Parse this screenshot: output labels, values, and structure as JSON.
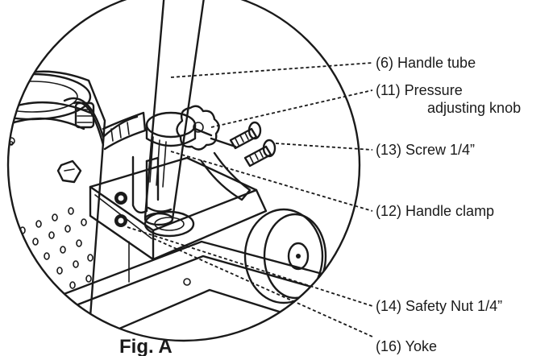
{
  "figure": {
    "caption": "Fig. A"
  },
  "callouts": [
    {
      "id": "handle-tube",
      "lines": [
        "(6) Handle tube"
      ]
    },
    {
      "id": "pressure-knob",
      "lines": [
        "(11)  Pressure",
        "adjusting knob"
      ]
    },
    {
      "id": "screw",
      "lines": [
        "(13) Screw 1/4”"
      ]
    },
    {
      "id": "handle-clamp",
      "lines": [
        "(12) Handle clamp"
      ]
    },
    {
      "id": "safety-nut",
      "lines": [
        "(14) Safety Nut 1/4”"
      ]
    },
    {
      "id": "yoke",
      "lines": [
        "(16) Yoke"
      ]
    }
  ],
  "colors": {
    "ink": "#1a1a1a",
    "paper": "#ffffff"
  }
}
